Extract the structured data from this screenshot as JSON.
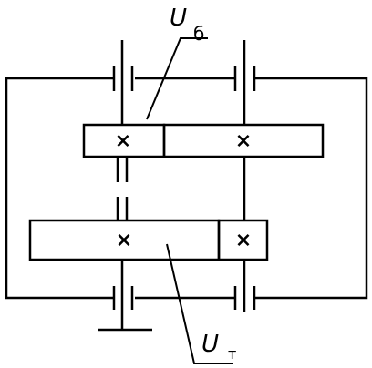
{
  "labels": {
    "upper_main": "U",
    "upper_sub": "б",
    "lower_main": "U",
    "lower_sub": "т"
  },
  "symbols": {
    "cross": "×"
  },
  "colors": {
    "stroke": "#000000",
    "background": "#ffffff"
  }
}
